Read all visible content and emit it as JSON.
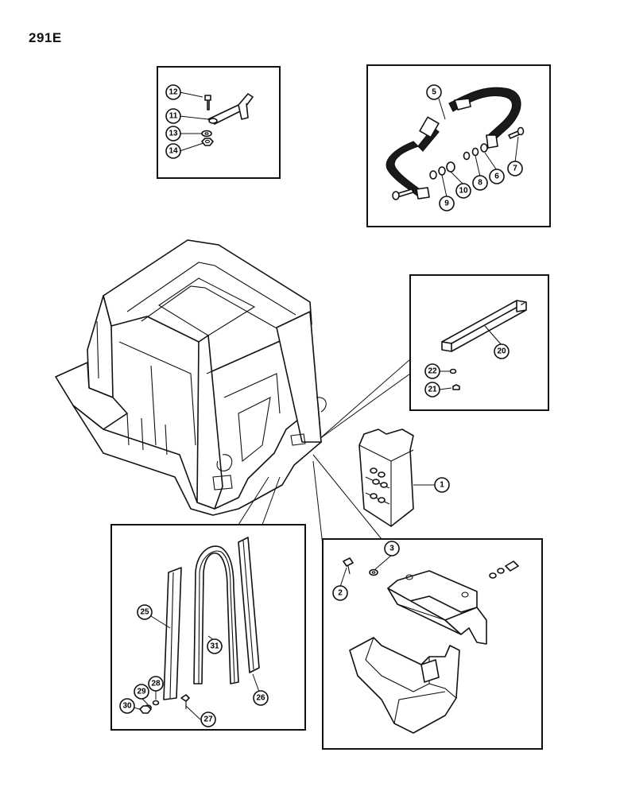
{
  "page": {
    "label": "291E"
  },
  "callouts": [
    {
      "id": "12",
      "label": "12"
    },
    {
      "id": "11",
      "label": "11"
    },
    {
      "id": "13",
      "label": "13"
    },
    {
      "id": "14",
      "label": "14"
    },
    {
      "id": "5",
      "label": "5"
    },
    {
      "id": "7",
      "label": "7"
    },
    {
      "id": "6",
      "label": "6"
    },
    {
      "id": "8",
      "label": "8"
    },
    {
      "id": "10",
      "label": "10"
    },
    {
      "id": "9",
      "label": "9"
    },
    {
      "id": "20",
      "label": "20"
    },
    {
      "id": "22",
      "label": "22"
    },
    {
      "id": "21",
      "label": "21"
    },
    {
      "id": "1",
      "label": "1"
    },
    {
      "id": "3",
      "label": "3"
    },
    {
      "id": "2",
      "label": "2"
    },
    {
      "id": "25",
      "label": "25"
    },
    {
      "id": "31",
      "label": "31"
    },
    {
      "id": "26",
      "label": "26"
    },
    {
      "id": "28",
      "label": "28"
    },
    {
      "id": "29",
      "label": "29"
    },
    {
      "id": "30",
      "label": "30"
    },
    {
      "id": "27",
      "label": "27"
    }
  ]
}
